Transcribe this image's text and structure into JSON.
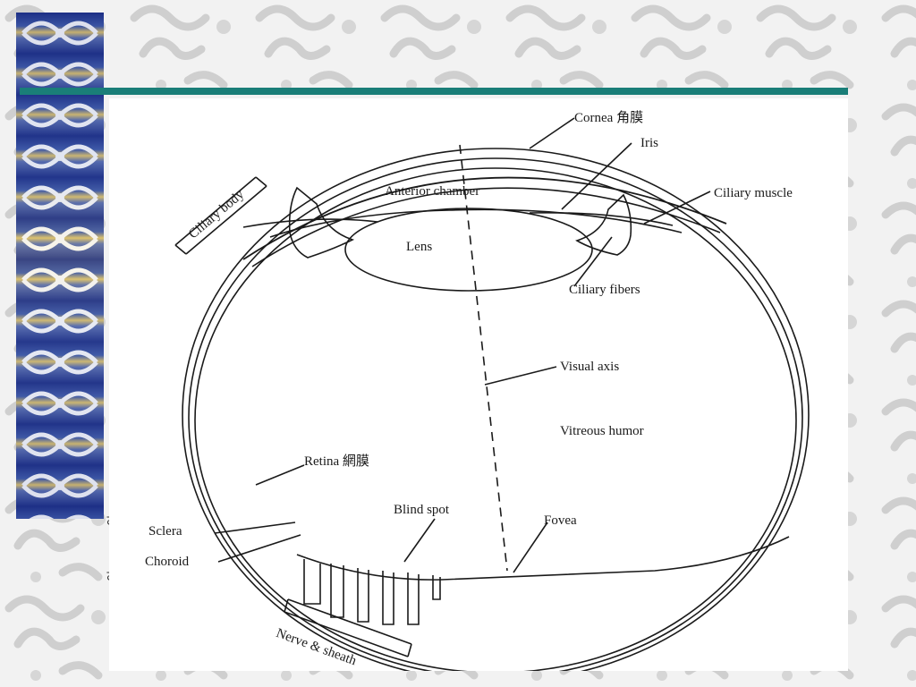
{
  "labels": {
    "cornea": "Cornea 角膜",
    "iris": "Iris",
    "anterior_chamber": "Anterior chamber",
    "ciliary_muscle": "Ciliary muscle",
    "ciliary_body": "Ciliary body",
    "lens": "Lens",
    "ciliary_fibers": "Ciliary fibers",
    "visual_axis": "Visual axis",
    "vitreous_humor": "Vitreous humor",
    "retina": "Retina 網膜",
    "blind_spot": "Blind spot",
    "fovea": "Fovea",
    "sclera": "Sclera",
    "choroid": "Choroid",
    "nerve_sheath": "Nerve & sheath"
  },
  "stray_marks": [
    "ㄜ",
    "ㄜ"
  ],
  "colors": {
    "accent_bar": "#1a7e78",
    "banner_blue": "#1d2f86",
    "banner_gold": "#e3c66a",
    "background_pattern": "#c9c9c9",
    "diagram_ink": "#1a1a1a"
  }
}
